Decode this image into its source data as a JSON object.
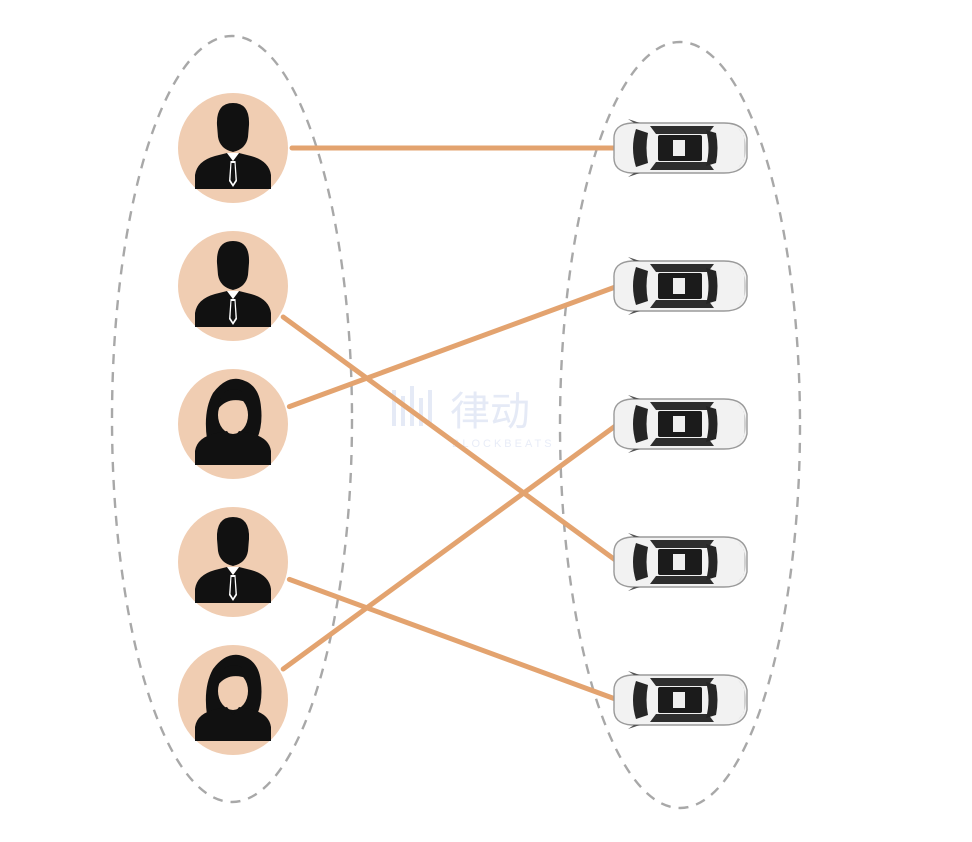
{
  "title": "",
  "watermark": {
    "text": "律动",
    "subtext": "BLOCKBEATS"
  },
  "colors": {
    "connector": "#e3a36f",
    "person_circle": "#f0cdb2",
    "silhouette": "#111111",
    "group_outline": "#a8a8a8",
    "car_body": "#f2f2f2",
    "car_glass": "#262626",
    "watermark": "#e3e8f6"
  },
  "people": [
    {
      "id": "p1",
      "icon": "man-icon"
    },
    {
      "id": "p2",
      "icon": "man-icon"
    },
    {
      "id": "p3",
      "icon": "woman-icon"
    },
    {
      "id": "p4",
      "icon": "man-icon"
    },
    {
      "id": "p5",
      "icon": "woman-icon"
    }
  ],
  "cars": [
    {
      "id": "c1",
      "icon": "car-icon"
    },
    {
      "id": "c2",
      "icon": "car-icon"
    },
    {
      "id": "c3",
      "icon": "car-icon"
    },
    {
      "id": "c4",
      "icon": "car-icon"
    },
    {
      "id": "c5",
      "icon": "car-icon"
    }
  ],
  "connections": [
    {
      "person": "p1",
      "car": "c1"
    },
    {
      "person": "p2",
      "car": "c4"
    },
    {
      "person": "p3",
      "car": "c2"
    },
    {
      "person": "p4",
      "car": "c5"
    },
    {
      "person": "p5",
      "car": "c3"
    }
  ]
}
